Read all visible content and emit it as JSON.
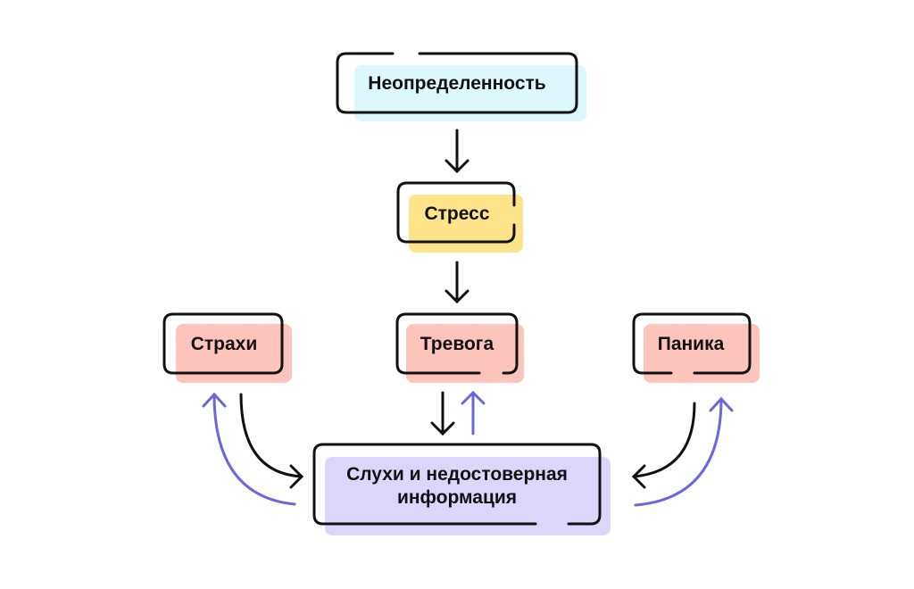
{
  "colors": {
    "cyan": "#dcf8fd",
    "yellow": "#fde38a",
    "pink": "#fdc4bc",
    "lavender": "#dcd6fb",
    "outline": "#111111",
    "feedback_arrow": "#6c66d9"
  },
  "nodes": {
    "uncertainty": "Неопределенность",
    "stress": "Стресс",
    "fears": "Страхи",
    "anxiety": "Тревога",
    "panic": "Паника",
    "rumors_line1": "Слухи и недостоверная",
    "rumors_line2": "информация"
  },
  "edges": [
    {
      "from": "uncertainty",
      "to": "stress",
      "type": "causal"
    },
    {
      "from": "stress",
      "to": "anxiety",
      "type": "causal"
    },
    {
      "from": "anxiety",
      "to": "rumors",
      "type": "causal"
    },
    {
      "from": "rumors",
      "to": "anxiety",
      "type": "feedback"
    },
    {
      "from": "fears",
      "to": "rumors",
      "type": "causal"
    },
    {
      "from": "rumors",
      "to": "fears",
      "type": "feedback"
    },
    {
      "from": "panic",
      "to": "rumors",
      "type": "causal"
    },
    {
      "from": "rumors",
      "to": "panic",
      "type": "feedback"
    }
  ]
}
